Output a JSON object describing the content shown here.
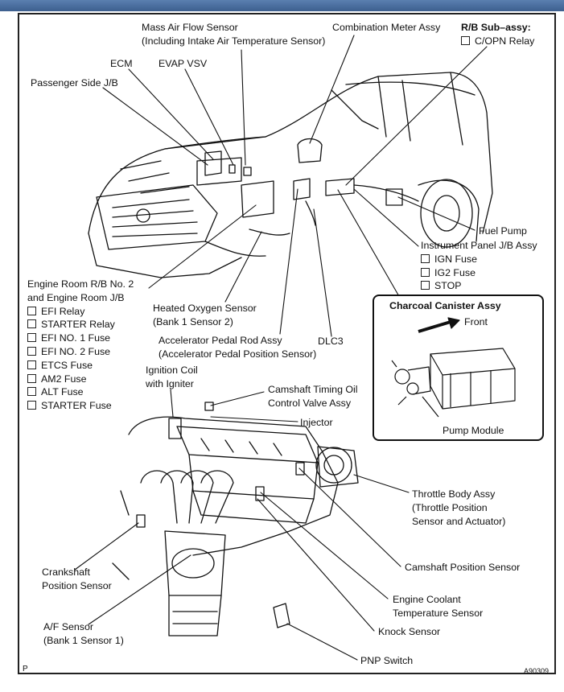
{
  "labels": {
    "maf_1": "Mass Air Flow Sensor",
    "maf_2": "(Including Intake Air Temperature Sensor)",
    "combination_meter": "Combination Meter Assy",
    "ecm": "ECM",
    "evap_vsv": "EVAP VSV",
    "passenger_jb": "Passenger Side J/B",
    "fuel_pump": "Fuel Pump",
    "dlc3": "DLC3",
    "heated_o2_1": "Heated Oxygen Sensor",
    "heated_o2_2": "(Bank 1 Sensor 2)",
    "accel_1": "Accelerator Pedal Rod Assy",
    "accel_2": "(Accelerator Pedal Position Sensor)",
    "ignition_1": "Ignition Coil",
    "ignition_2": "with Igniter",
    "camshaft_ocv_1": "Camshaft Timing Oil",
    "camshaft_ocv_2": "Control Valve Assy",
    "injector": "Injector",
    "throttle_1": "Throttle Body Assy",
    "throttle_2": "(Throttle Position",
    "throttle_3": "Sensor and Actuator)",
    "camshaft_pos": "Camshaft Position Sensor",
    "crankshaft_1": "Crankshaft",
    "crankshaft_2": "Position Sensor",
    "coolant_1": "Engine Coolant",
    "coolant_2": "Temperature Sensor",
    "knock": "Knock Sensor",
    "af_1": "A/F Sensor",
    "af_2": "(Bank 1 Sensor 1)",
    "pnp": "PNP Switch"
  },
  "rb_sub": {
    "title": "R/B Sub–assy:",
    "items": [
      "C/OPN Relay"
    ]
  },
  "ip_jb": {
    "title": "Instrument Panel J/B Assy",
    "items": [
      "IGN Fuse",
      "IG2 Fuse",
      "STOP"
    ]
  },
  "engine_room": {
    "title_1": "Engine Room R/B No. 2",
    "title_2": "and Engine Room J/B",
    "items": [
      "EFI Relay",
      "STARTER Relay",
      "EFI NO. 1 Fuse",
      "EFI NO. 2 Fuse",
      "ETCS Fuse",
      "AM2 Fuse",
      "ALT Fuse",
      "STARTER Fuse"
    ]
  },
  "charcoal": {
    "title": "Charcoal Canister Assy",
    "front": "Front",
    "pump_module": "Pump Module"
  },
  "corner": {
    "p": "P",
    "code": "A90309"
  },
  "colors": {
    "header_bar": "#4a6fa0",
    "line": "#111111"
  }
}
